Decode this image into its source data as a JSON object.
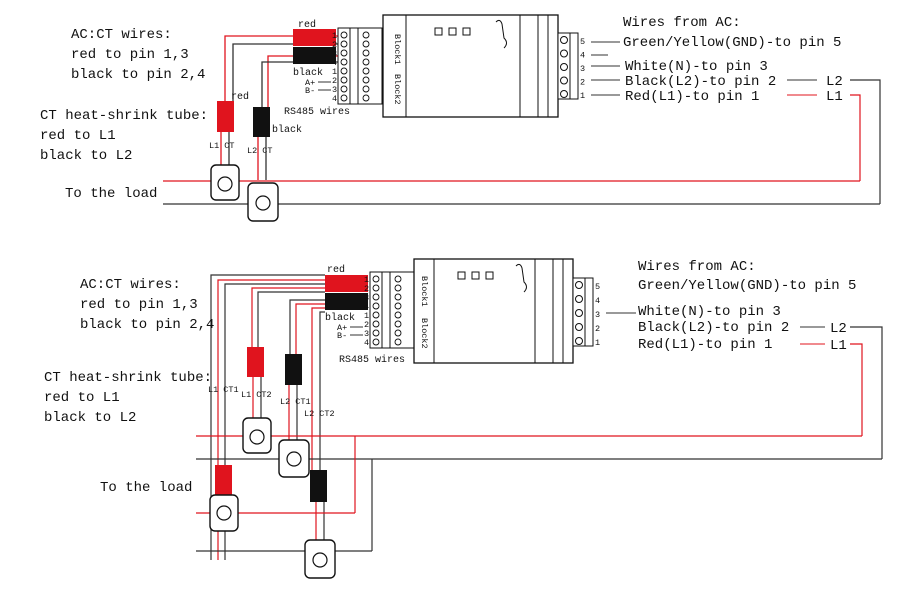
{
  "colors": {
    "red": "#e0141e",
    "black": "#111111",
    "wire_black": "#333333"
  },
  "top": {
    "ac_ct_title": "AC:CT wires:",
    "ac_ct_red": "red to pin 1,3",
    "ac_ct_black": "black to pin 2,4",
    "heat_title": "CT heat-shrink tube:",
    "heat_red": "red to L1",
    "heat_black": "black to L2",
    "to_load": "To the load",
    "red_label": "red",
    "black_label": "black",
    "red_tube_label": "red",
    "black_tube_label": "black",
    "rs485": "RS485 wires",
    "a_label": "A+",
    "b_label": "B-",
    "l1_ct": "L1 CT",
    "l2_ct": "L2 CT",
    "block1": "Block1",
    "block2": "Block2",
    "pins_left": [
      "1",
      "2",
      "3",
      "4",
      "1",
      "2",
      "3",
      "4"
    ],
    "pins_right": [
      "5",
      "4",
      "3",
      "2",
      "1"
    ],
    "ac_title": "Wires from AC:",
    "ac_lines": [
      "Green/Yellow(GND)-to pin 5",
      "White(N)-to pin 3",
      "Black(L2)-to pin 2",
      "Red(L1)-to pin 1"
    ],
    "l2": "L2",
    "l1": "L1"
  },
  "bottom": {
    "ac_ct_title": "AC:CT wires:",
    "ac_ct_red": "red to pin 1,3",
    "ac_ct_black": "black to pin 2,4",
    "heat_title": "CT heat-shrink tube:",
    "heat_red": "red to L1",
    "heat_black": "black to L2",
    "to_load": "To the load",
    "red_label": "red",
    "black_label": "black",
    "rs485": "RS485 wires",
    "a_label": "A+",
    "b_label": "B-",
    "l1_ct1": "L1 CT1",
    "l1_ct2": "L1 CT2",
    "l2_ct1": "L2 CT1",
    "l2_ct2": "L2 CT2",
    "block1": "Block1",
    "block2": "Block2",
    "pins_left": [
      "1",
      "2",
      "3",
      "4",
      "1",
      "2",
      "3",
      "4"
    ],
    "pins_right": [
      "5",
      "4",
      "3",
      "2",
      "1"
    ],
    "ac_title": "Wires from AC:",
    "ac_lines": [
      "Green/Yellow(GND)-to pin 5",
      "White(N)-to pin 3",
      "Black(L2)-to pin 2",
      "Red(L1)-to pin 1"
    ],
    "l2": "L2",
    "l1": "L1"
  }
}
